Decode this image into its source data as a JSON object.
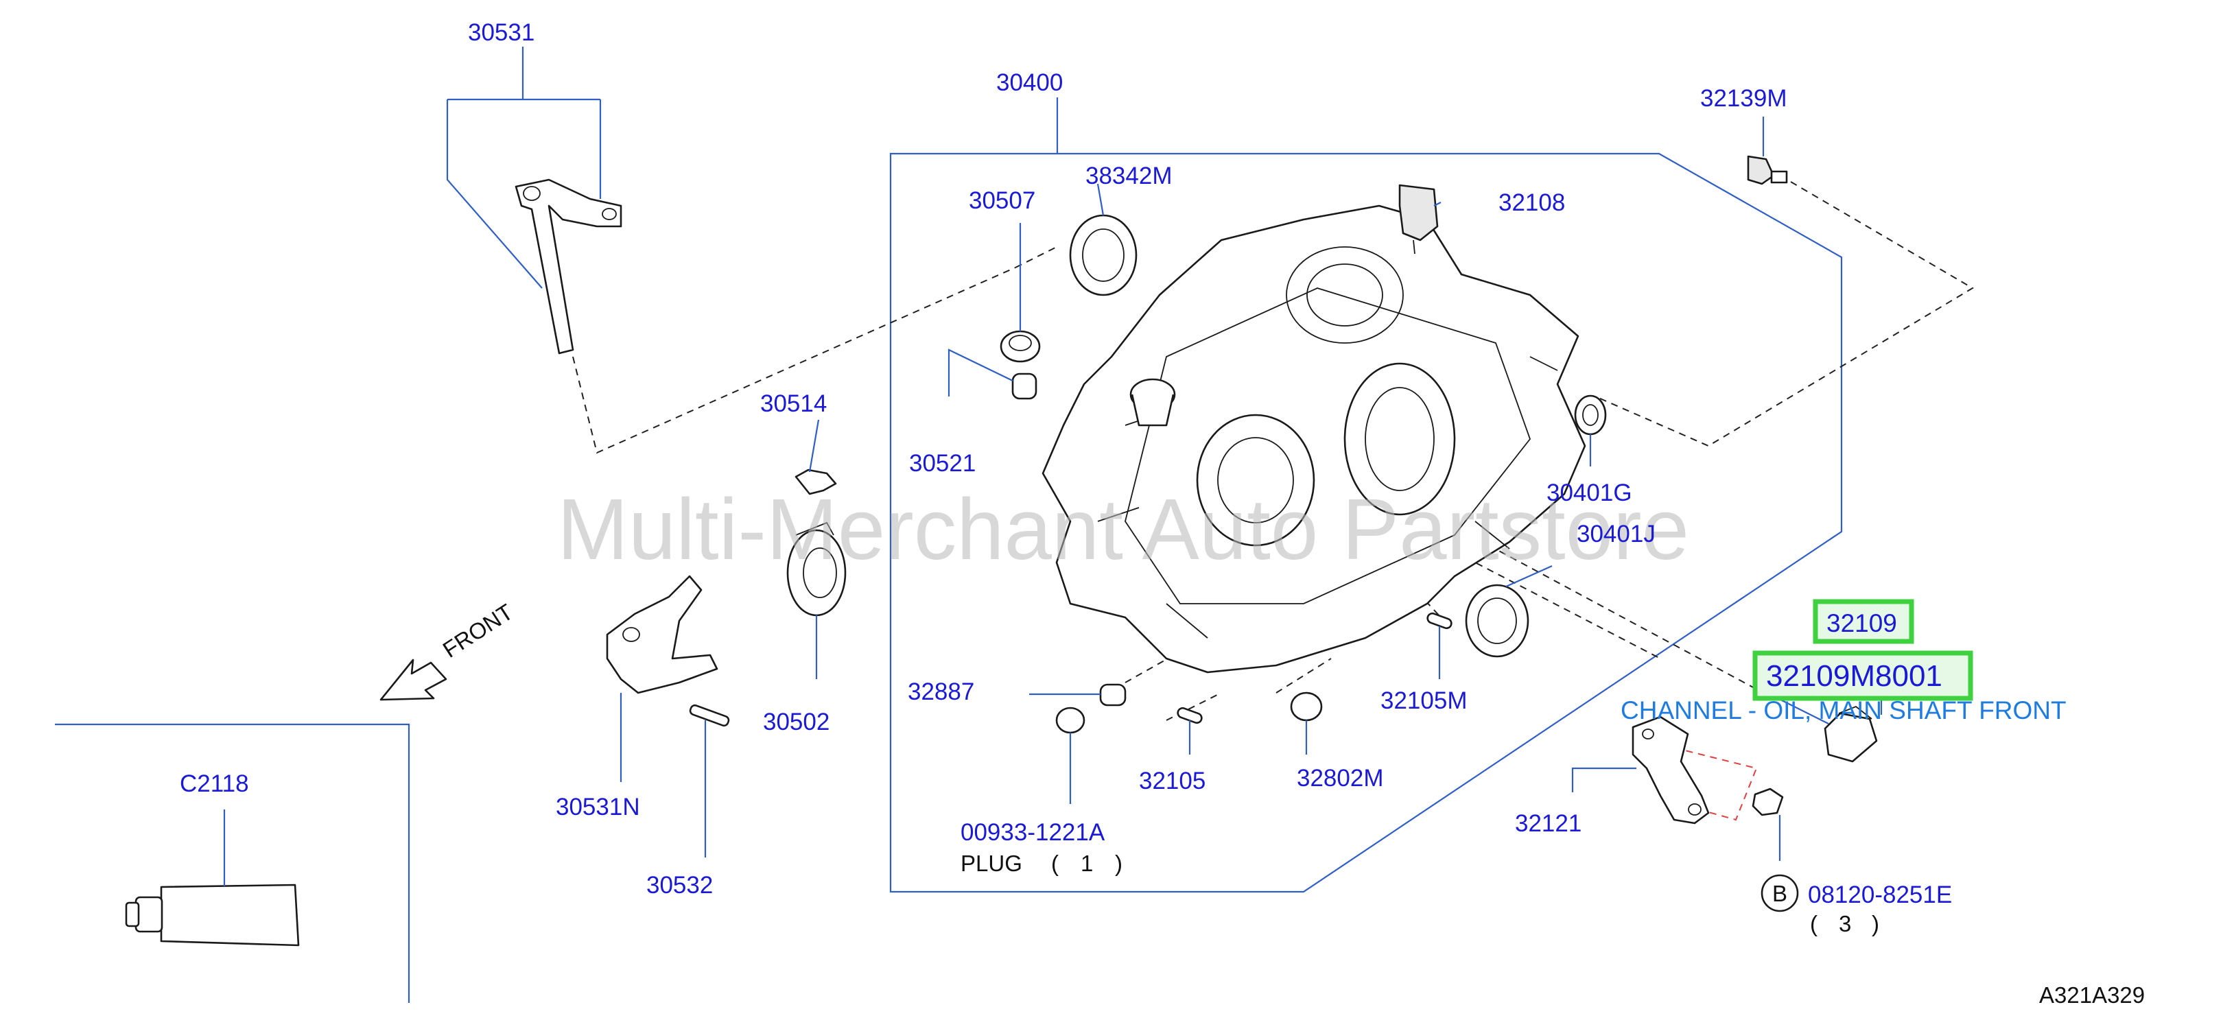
{
  "watermark": "Multi-Merchant Auto Partstore",
  "diagram_code": "A321A329",
  "front_label": "FRONT",
  "callouts": {
    "p30531": "30531",
    "p30400": "30400",
    "p32139M": "32139M",
    "p38342M": "38342M",
    "p30507": "30507",
    "p32108": "32108",
    "p30521": "30521",
    "p30514": "30514",
    "p30401G": "30401G",
    "p30401J": "30401J",
    "p30502": "30502",
    "p32887": "32887",
    "p32105M": "32105M",
    "p30531N": "30531N",
    "p32105": "32105",
    "p32802M": "32802M",
    "p32121": "32121",
    "p30532": "30532",
    "p00933": "00933-1221A",
    "plug_label": "PLUG",
    "plug_qty": "1",
    "pC2118": "C2118",
    "bolt_letter": "B",
    "p08120": "08120-8251E",
    "bolt_qty": "3"
  },
  "highlighted": {
    "primary": "32109",
    "secondary": "32109M8001",
    "description": "CHANNEL - OIL, MAIN SHAFT FRONT"
  },
  "colors": {
    "callout_text": "#1a1ad6",
    "leader_lines": "#2f5fc6",
    "highlight_border": "#3fd13f",
    "highlight_fill": "#e6f9e6",
    "description_text": "#1e7be0",
    "watermark": "#b8b8b8"
  }
}
